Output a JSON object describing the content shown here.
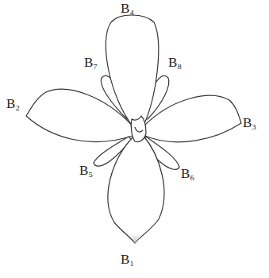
{
  "diagram": {
    "labels": [
      "B₄",
      "B₇",
      "B₈",
      "B₂",
      "B₃",
      "B₅",
      "B₆",
      "B₁"
    ]
  }
}
